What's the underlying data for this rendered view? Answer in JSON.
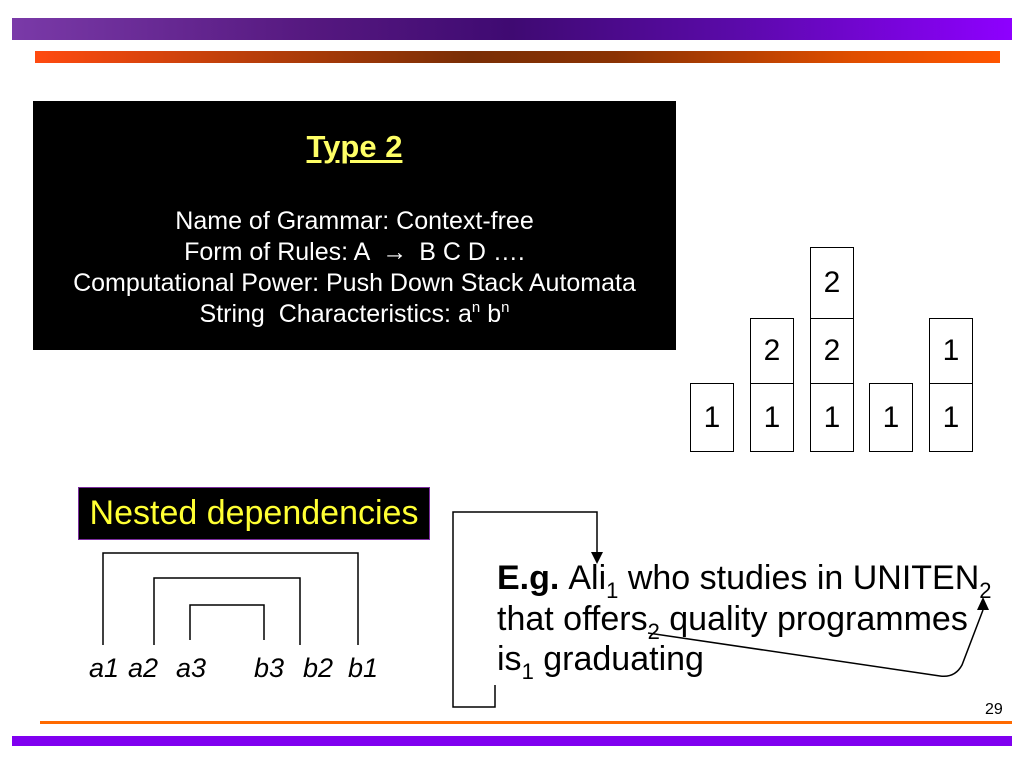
{
  "colors": {
    "title_text": "#ffff66",
    "nested_label_text": "#ffff33",
    "nested_label_border": "#7b2d9e",
    "bottom_bar": "#8000f0",
    "bottom_rule": "#ff6a00"
  },
  "grammar_box": {
    "title": "Type 2",
    "name_of_grammar": "Name of Grammar: Context-free",
    "form_of_rules": {
      "lhs": "Form of Rules: A",
      "arrow": "→",
      "rhs": "B C D …."
    },
    "computational_power": "Computational Power: Push Down Stack Automata",
    "string_characteristics": {
      "label": "String  Characteristics: a",
      "exp_a": "n",
      "b": "b",
      "exp_b": "n"
    }
  },
  "stacks": [
    [
      "1"
    ],
    [
      "1",
      "2"
    ],
    [
      "1",
      "2",
      "2"
    ],
    [
      "1"
    ],
    [
      "1",
      "1"
    ]
  ],
  "nested": {
    "label": "Nested dependencies",
    "tokens": [
      "a1",
      "a2",
      "a3",
      "b3",
      "b2",
      "b1"
    ]
  },
  "example": {
    "lead": "E.g.",
    "line1": {
      "w1": "Ali",
      "s1": "1",
      "w2": " who studies in UNITEN",
      "s2": "2"
    },
    "line2": {
      "w1": "that offers",
      "s1": "2",
      "w2": " quality programmes"
    },
    "line3": {
      "w1": "is",
      "s1": "1",
      "w2": " graduating"
    }
  },
  "page_number": "29"
}
